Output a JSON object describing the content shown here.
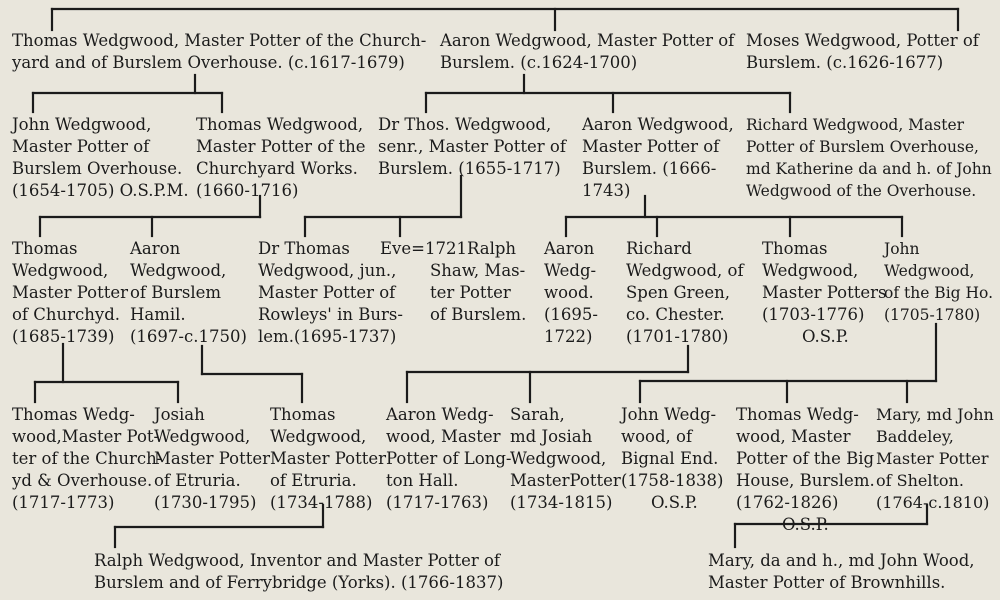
{
  "nodes": [
    {
      "id": "thomas-churchyard-overhouse",
      "lines": [
        "Thomas Wedgwood, Master Potter of the Church-",
        "yard and of Burslem Overhouse. (c.1617-1679)"
      ]
    },
    {
      "id": "aaron-1624",
      "lines": [
        "Aaron Wedgwood, Master Potter of",
        "Burslem. (c.1624-1700)"
      ]
    },
    {
      "id": "moses-1626",
      "lines": [
        "Moses Wedgwood, Potter of",
        "Burslem. (c.1626-1677)"
      ]
    },
    {
      "id": "john-1654",
      "lines": [
        "John Wedgwood,",
        "Master Potter of",
        "Burslem Overhouse.",
        "(1654-1705) O.S.P.M."
      ]
    },
    {
      "id": "thomas-1660",
      "lines": [
        "Thomas Wedgwood,",
        "Master Potter of the",
        "Churchyard Works.",
        "(1660-1716)"
      ]
    },
    {
      "id": "dr-thomas-senr",
      "lines": [
        "Dr Thos. Wedgwood,",
        "senr., Master Potter of",
        "Burslem. (1655-1717)"
      ]
    },
    {
      "id": "aaron-1666",
      "lines": [
        "Aaron Wedgwood,",
        "Master Potter of",
        "Burslem. (1666-",
        "1743)"
      ]
    },
    {
      "id": "richard-overhouse",
      "lines": [
        "Richard Wedgwood, Master",
        "Potter of Burslem Overhouse,",
        "md Katherine da and h. of John",
        "Wedgwood of the Overhouse."
      ]
    },
    {
      "id": "thomas-1685",
      "lines": [
        "Thomas",
        "Wedgwood,",
        "Master Potter",
        "of Churchyd.",
        "(1685-1739)"
      ]
    },
    {
      "id": "aaron-1697",
      "lines": [
        "Aaron",
        "Wedgwood,",
        "of Burslem",
        "Hamil.",
        "(1697-c.1750)"
      ]
    },
    {
      "id": "dr-thomas-jun",
      "lines": [
        "Dr Thomas",
        "Wedgwood, jun.,",
        "Master Potter of",
        "Rowleys' in Burs-",
        "lem.(1695-1737)"
      ]
    },
    {
      "id": "eve-ralph-shaw",
      "lines": [
        "Eve=1721Ralph",
        "Shaw, Mas-",
        "ter Potter",
        "of Burslem."
      ]
    },
    {
      "id": "aaron-1695",
      "lines": [
        "Aaron",
        "Wedg-",
        "wood.",
        "(1695-",
        "1722)"
      ]
    },
    {
      "id": "richard-spen-green",
      "lines": [
        "Richard",
        "Wedgwood, of",
        "Spen Green,",
        "co. Chester.",
        "(1701-1780)"
      ]
    },
    {
      "id": "thomas-1703",
      "lines": [
        "Thomas",
        "Wedgwood,",
        "Master Potters",
        "(1703-1776)",
        "O.S.P."
      ]
    },
    {
      "id": "john-big-house",
      "lines": [
        "John",
        "Wedgwood,",
        "of the Big Ho.",
        "(1705-1780)"
      ]
    },
    {
      "id": "thomas-1717",
      "lines": [
        "Thomas Wedg-",
        "wood,Master Pot-",
        "ter of the Church-",
        "yd & Overhouse.",
        "(1717-1773)"
      ]
    },
    {
      "id": "josiah-1730",
      "lines": [
        "Josiah",
        "Wedgwood,",
        "Master Potter",
        "of Etruria.",
        "(1730-1795)"
      ]
    },
    {
      "id": "thomas-1734",
      "lines": [
        "Thomas",
        "Wedgwood,",
        "Master Potter",
        "of Etruria.",
        "(1734-1788)"
      ]
    },
    {
      "id": "aaron-1717",
      "lines": [
        "Aaron Wedg-",
        "wood, Master",
        "Potter of Long-",
        "ton Hall.",
        "(1717-1763)"
      ]
    },
    {
      "id": "sarah-1734",
      "lines": [
        "Sarah,",
        "md Josiah",
        "Wedgwood,",
        "MasterPotter",
        "(1734-1815)"
      ]
    },
    {
      "id": "john-bignal-end",
      "lines": [
        "John Wedg-",
        "wood, of",
        "Bignal End.",
        "(1758-1838)",
        "O.S.P."
      ]
    },
    {
      "id": "thomas-1762",
      "lines": [
        "Thomas Wedg-",
        "wood, Master",
        "Potter of the Big",
        "House, Burslem.",
        "(1762-1826)",
        "O.S.P."
      ]
    },
    {
      "id": "mary-1764",
      "lines": [
        "Mary, md John",
        "Baddeley,",
        "Master Potter",
        "of Shelton.",
        "(1764-c.1810)"
      ]
    },
    {
      "id": "ralph-1766",
      "lines": [
        "Ralph Wedgwood, Inventor and Master Potter of",
        "Burslem and of Ferrybridge (Yorks). (1766-1837)"
      ]
    },
    {
      "id": "mary-brownhills",
      "lines": [
        "Mary, da and h., md John Wood,",
        "Master Potter of Brownhills."
      ]
    }
  ]
}
